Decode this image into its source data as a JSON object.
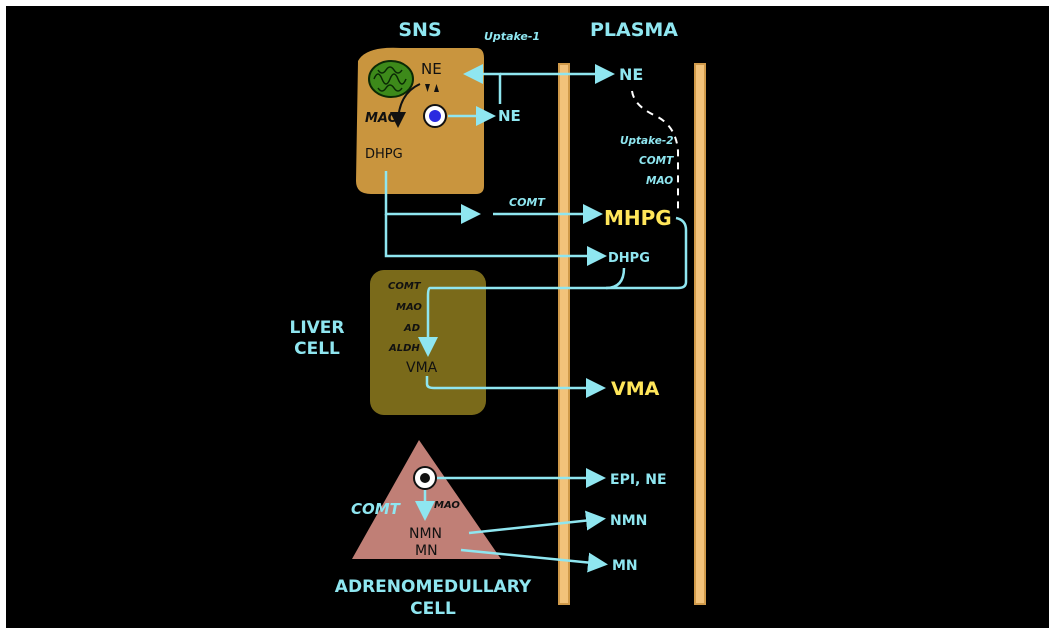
{
  "headings": {
    "sns": "SNS",
    "plasma": "PLASMA",
    "liver": [
      "LIVER",
      "CELL"
    ],
    "adrenal": [
      "ADRENOMEDULLARY",
      "CELL"
    ]
  },
  "sns_cell": {
    "ne": "NE",
    "mao": "MAO",
    "dhpg": "DHPG",
    "uptake1": "Uptake-1",
    "ne_released": "NE"
  },
  "plasma_labels": {
    "ne": "NE",
    "uptake2": "Uptake-2",
    "comt": "COMT",
    "mao": "MAO",
    "comt_arrow": "COMT",
    "mhpg": "MHPG",
    "dhpg": "DHPG",
    "vma": "VMA",
    "epi_ne": "EPI, NE",
    "nmn": "NMN",
    "mn": "MN"
  },
  "liver_cell": {
    "enzymes": [
      "COMT",
      "MAO",
      "AD",
      "ALDH"
    ],
    "product": "VMA"
  },
  "adrenal_cell": {
    "comt": "COMT",
    "mao": "MAO",
    "nmn": "NMN",
    "mn": "MN"
  },
  "colors": {
    "background": "#000000",
    "arrow": "#8fe6f0",
    "sns_cell": "#c9953e",
    "liver_cell": "#7a6a1a",
    "adrenal_cell": "#c07f76",
    "membrane": "#f2c27a",
    "highlight": "#ffe65a"
  }
}
